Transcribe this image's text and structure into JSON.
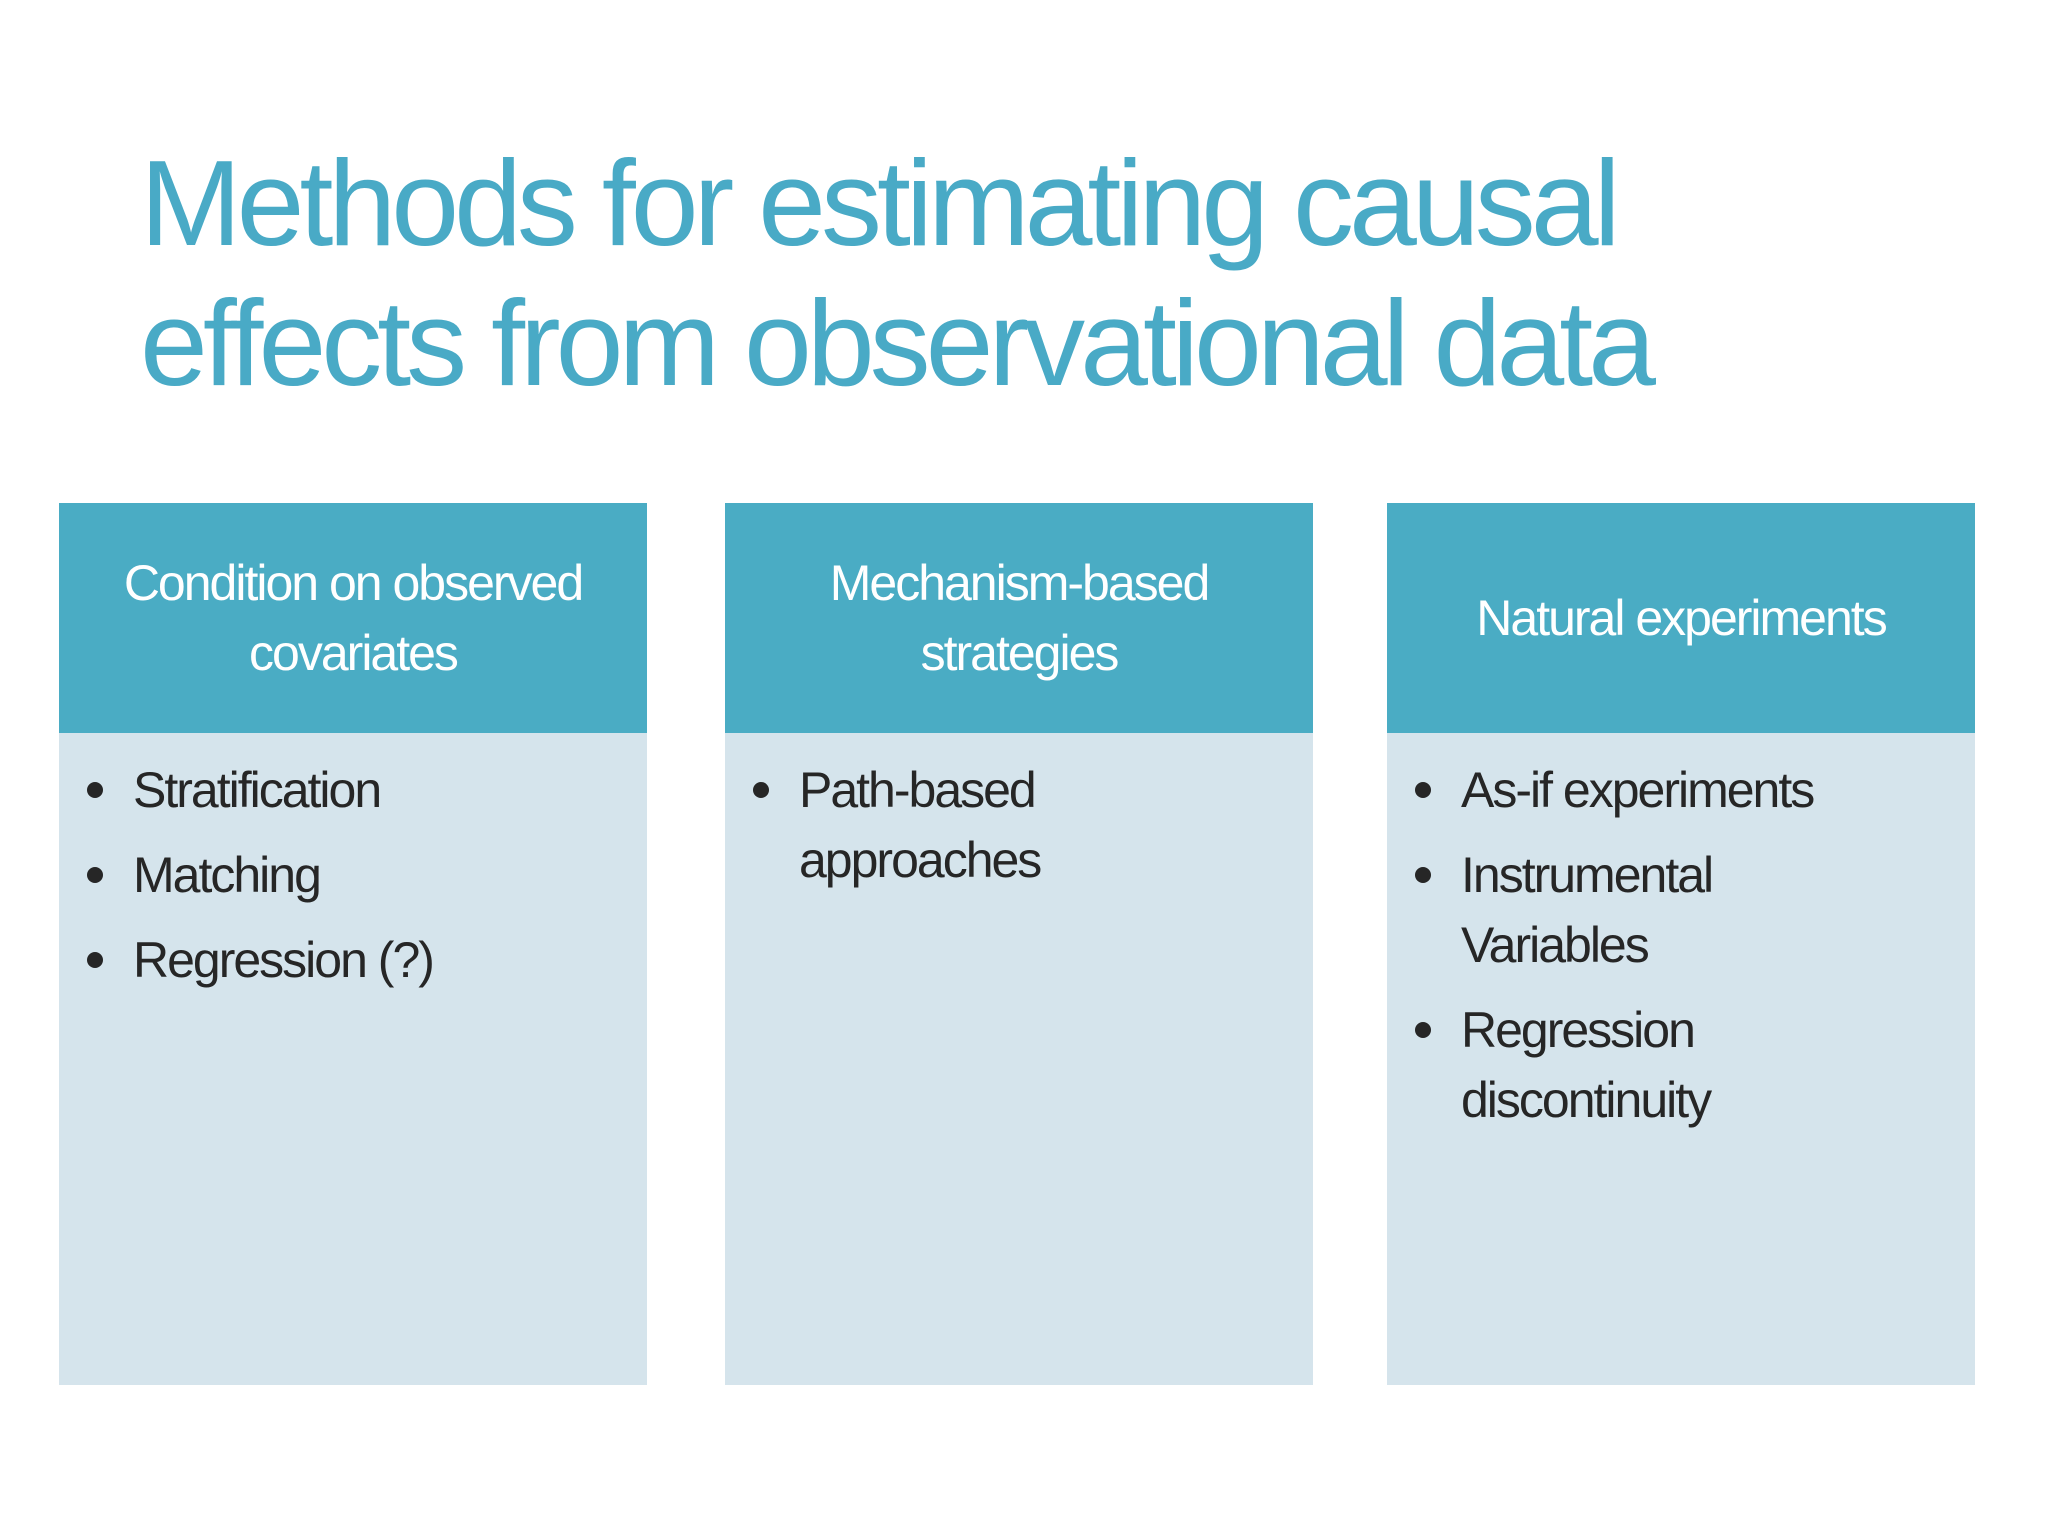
{
  "slide": {
    "title": {
      "line1": "Methods for estimating causal",
      "line2": "effects from observational data"
    },
    "columns": [
      {
        "header": "Condition on observed covariates",
        "bullets": [
          "Stratification",
          "Matching",
          "Regression (?)"
        ]
      },
      {
        "header": "Mechanism-based strategies",
        "bullets": [
          "Path-based approaches"
        ]
      },
      {
        "header": "Natural experiments",
        "bullets": [
          "As-if experiments",
          "Instrumental Variables",
          "Regression discontinuity"
        ]
      }
    ],
    "colors": {
      "title_text": "#49aac6",
      "header_bg": "#4aacc4",
      "header_text": "#ffffff",
      "body_bg": "#d5e4ec",
      "body_text": "#262626",
      "slide_bg": "#ffffff"
    }
  }
}
